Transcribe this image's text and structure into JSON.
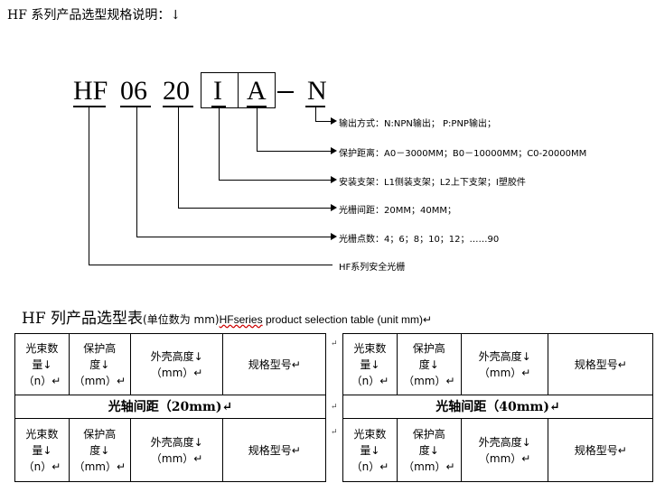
{
  "title": "HF 系列产品选型规格说明：↓",
  "code": {
    "parts": [
      "HF",
      "06",
      "20",
      "I",
      "A",
      "N"
    ],
    "dash": "–"
  },
  "descriptions": [
    "输出方式：N:NPN输出；  P:PNP输出；",
    "保护距离：A0－3000MM；B0－10000MM；C0-20000MM",
    "安装支架：L1侧装支架；L2上下支架；I塑胶件",
    "光栅间距：20MM；40MM；",
    "光栅点数：4；6；8；10；12；……90",
    "HF系列安全光栅"
  ],
  "table_heading": {
    "main": "HF 列产品选型表",
    "unit": "(单位数为 mm)",
    "en_a": "HFseries",
    "en_b": " product selection table (unit mm)↵"
  },
  "table": {
    "header_left": [
      "光束数量↓（n）↵",
      "保护高度↓（mm）↵",
      "外壳高度↓（mm）↵",
      "规格型号↵"
    ],
    "header_right": [
      "光束数量↓（n）↵",
      "保护高度↓（mm）↵",
      "外壳高度↓（mm）↵",
      "规格型号↵"
    ],
    "band_left": "光轴间距（20mm)↵",
    "band_right": "光轴间距（40mm)↵",
    "row_mark": "↵",
    "cell_labels": {
      "beams": [
        "光束数",
        "量↓",
        "（n）↵"
      ],
      "protect": [
        "保护高",
        "度↓",
        "（mm）↵"
      ],
      "housing": [
        "外壳高度↓",
        "（mm）↵"
      ],
      "model": "规格型号↵"
    }
  }
}
